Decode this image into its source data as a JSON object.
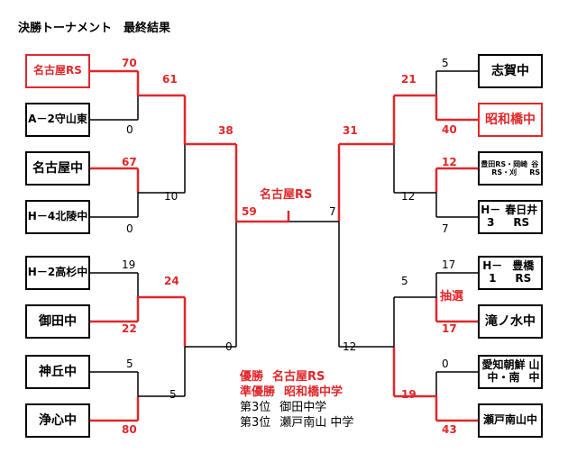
{
  "title": "決勝トーナメント　最終結果",
  "champion_label": "名古屋RS",
  "lottery_label": "抽選",
  "colors": {
    "winner": "#e0272a",
    "normal": "#000000"
  },
  "teams": {
    "left": [
      {
        "lines": [
          "名古屋RS"
        ],
        "winner": true
      },
      {
        "lines": [
          "A－2",
          "守山東"
        ],
        "winner": false
      },
      {
        "lines": [
          "名古屋中"
        ],
        "winner": false
      },
      {
        "lines": [
          "H－4",
          "北陵中"
        ],
        "winner": false
      },
      {
        "lines": [
          "H－2",
          "高杉中"
        ],
        "winner": false
      },
      {
        "lines": [
          "御田中"
        ],
        "winner": false
      },
      {
        "lines": [
          "神丘中"
        ],
        "winner": false
      },
      {
        "lines": [
          "浄心中"
        ],
        "winner": false
      }
    ],
    "right": [
      {
        "lines": [
          "志賀中"
        ],
        "winner": false
      },
      {
        "lines": [
          "昭和橋中"
        ],
        "winner": true
      },
      {
        "lines": [
          "豊田RS・岡崎RS・刈",
          "谷RS"
        ],
        "winner": false
      },
      {
        "lines": [
          "H－3",
          "春日井RS"
        ],
        "winner": false
      },
      {
        "lines": [
          "H－1",
          "豊橋RS"
        ],
        "winner": false
      },
      {
        "lines": [
          "滝ノ水中"
        ],
        "winner": false
      },
      {
        "lines": [
          "愛知朝鮮中・南",
          "山中"
        ],
        "winner": false
      },
      {
        "lines": [
          "瀬戸南山中"
        ],
        "winner": false
      }
    ]
  },
  "scores": {
    "left_r1": [
      "70",
      "0",
      "67",
      "0",
      "19",
      "22",
      "5",
      "80"
    ],
    "left_r2": [
      "61",
      "10",
      "24",
      "5"
    ],
    "left_sf": [
      "38",
      "0"
    ],
    "right_r1": [
      "5",
      "40",
      "12",
      "7",
      "17",
      "17",
      "0",
      "43"
    ],
    "right_r2": [
      "21",
      "12",
      "5",
      "19"
    ],
    "right_sf": [
      "31",
      "12"
    ],
    "final": [
      "59",
      "7"
    ]
  },
  "results": [
    {
      "rank": "優勝",
      "team": "名古屋RS",
      "highlight": true
    },
    {
      "rank": "準優勝",
      "team": "昭和橋中学",
      "highlight": true
    },
    {
      "rank": "第3位",
      "team": "御田中学",
      "highlight": false
    },
    {
      "rank": "第3位",
      "team": "瀬戸南山 中学",
      "highlight": false
    }
  ]
}
